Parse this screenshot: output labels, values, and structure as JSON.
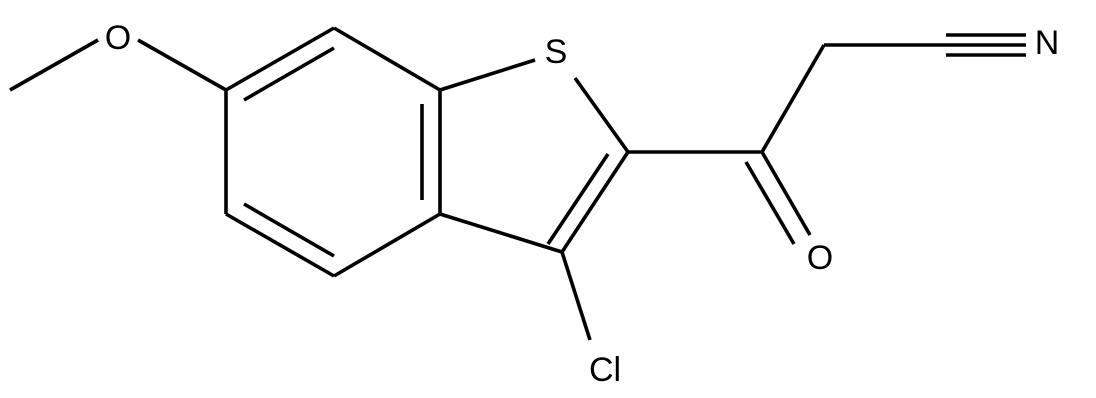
{
  "colors": {
    "background": "#ffffff",
    "bond": "#000000",
    "label": "#000000"
  },
  "atoms": {
    "oxygen_methoxy": "O",
    "sulfur": "S",
    "nitrogen": "N",
    "oxygen_carbonyl": "O",
    "chlorine": "Cl"
  }
}
